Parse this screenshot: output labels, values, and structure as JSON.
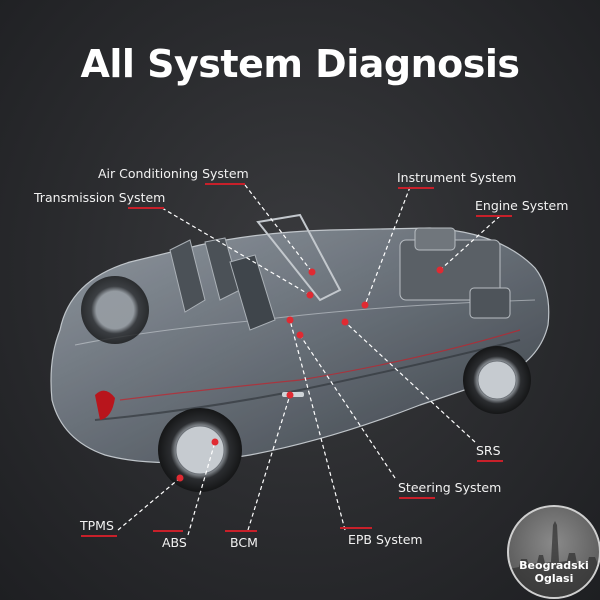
{
  "title": "All System Diagnosis",
  "colors": {
    "accent": "#c8202a",
    "background": "#2a2b2e",
    "text": "#ffffff"
  },
  "labels": {
    "air_conditioning": "Air Conditioning System",
    "transmission": "Transmission System",
    "instrument": "Instrument System",
    "engine": "Engine System",
    "srs": "SRS",
    "steering": "Steering System",
    "tpms": "TPMS",
    "abs": "ABS",
    "bcm": "BCM",
    "epb": "EPB System"
  },
  "watermark": {
    "line1": "Beogradski",
    "line2": "Oglasi"
  }
}
